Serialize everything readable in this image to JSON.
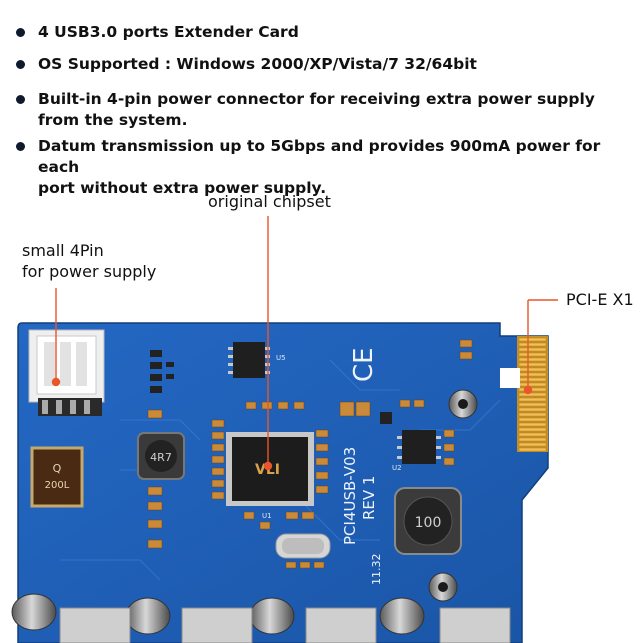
{
  "features": [
    {
      "lines": [
        "4 USB3.0 ports Extender Card"
      ]
    },
    {
      "lines": [
        "OS Supported : Windows 2000/XP/Vista/7 32/64bit"
      ]
    },
    {
      "lines": [
        "Built-in 4-pin power connector for receiving extra power supply",
        "from the system."
      ]
    },
    {
      "lines": [
        "Datum transmission up to 5Gbps and provides 900mA power for each",
        "port without extra power supply."
      ]
    }
  ],
  "callouts": {
    "chipset": "original chipset",
    "power_line1": "small 4Pin",
    "power_line2": "for power supply",
    "pcie": "PCI-E X1"
  },
  "board": {
    "model_line1": "PCI4USB-V03",
    "model_line2": "REV 1",
    "ce_mark": "CE",
    "inductor_large": "100",
    "inductor_small": "4R7",
    "fuse_line1": "Q",
    "fuse_line2": "200L",
    "chip_logo": "VLI",
    "chip_label": "U1",
    "regulator_label": "U5",
    "small_chip_label": "U2",
    "date_code": "11.32"
  },
  "colors": {
    "board": "#1e5fb8",
    "board_dark": "#164a93",
    "gold": "#e2a93a",
    "callout_dot": "#e8562a",
    "chip": "#1c1c1c"
  }
}
